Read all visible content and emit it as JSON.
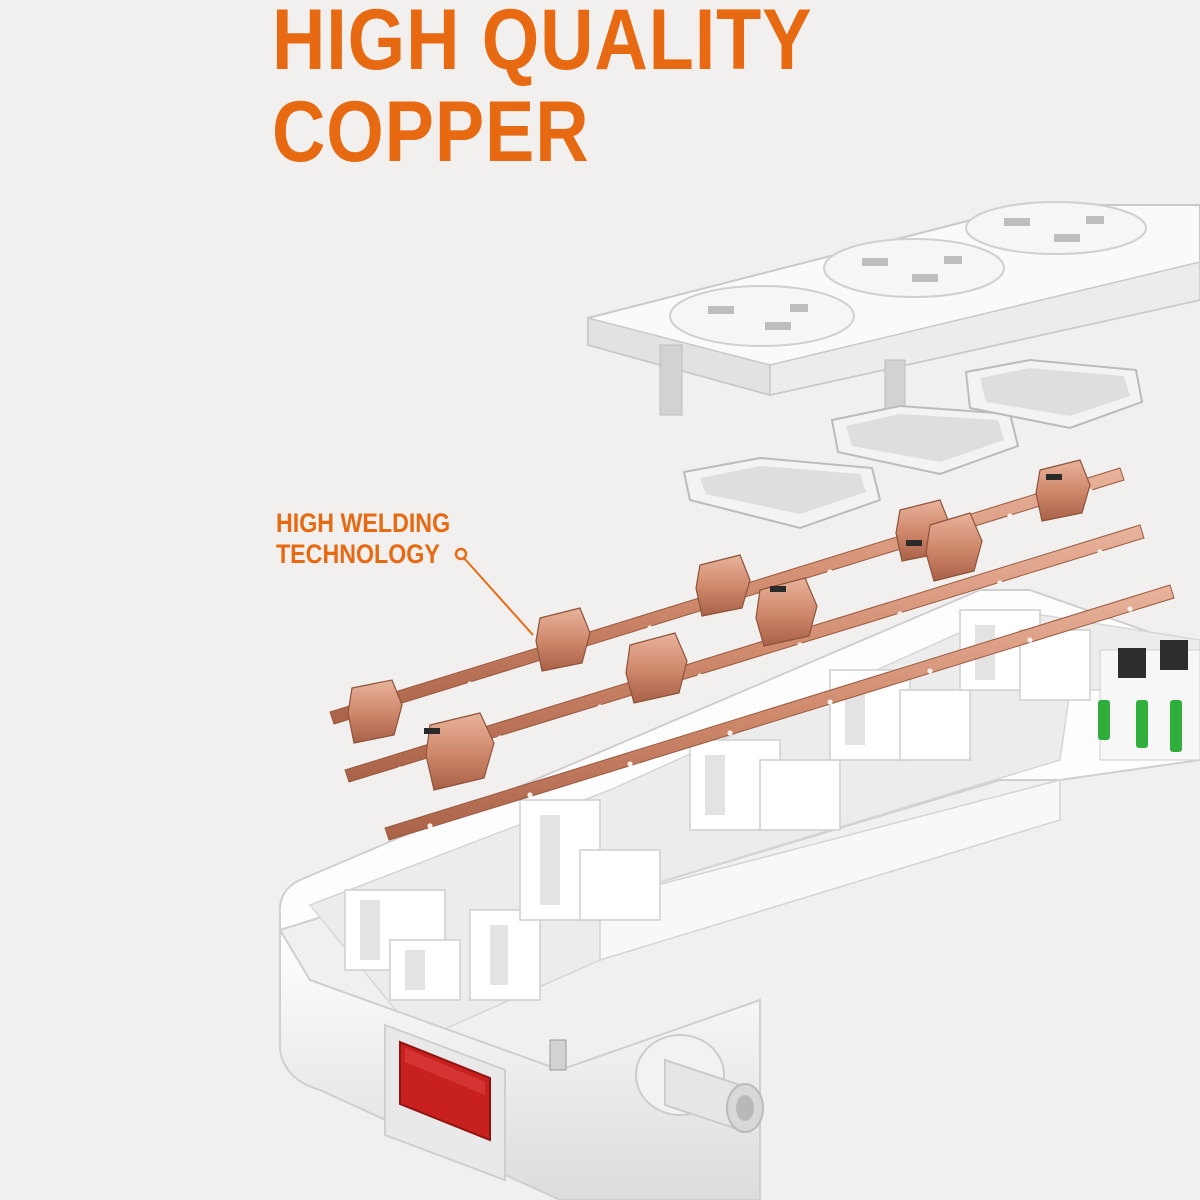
{
  "headline": {
    "line1": "HIGH QUALITY",
    "line2": "COPPER"
  },
  "callout": {
    "line1": "HIGH WELDING",
    "line2": "TECHNOLOGY"
  },
  "colors": {
    "accent": "#e76a12",
    "copper": "#d38e72",
    "switch": "#c8201e",
    "indicator": "#2fae3c",
    "housing": "#ffffff",
    "background": "#f1f0ef"
  },
  "scene": {
    "subject": "exploded view of power strip",
    "parts": [
      "top-cover",
      "socket-shutters",
      "copper-conductor-strips",
      "base-housing",
      "power-switch",
      "cable-grommet",
      "usb-ports"
    ]
  }
}
